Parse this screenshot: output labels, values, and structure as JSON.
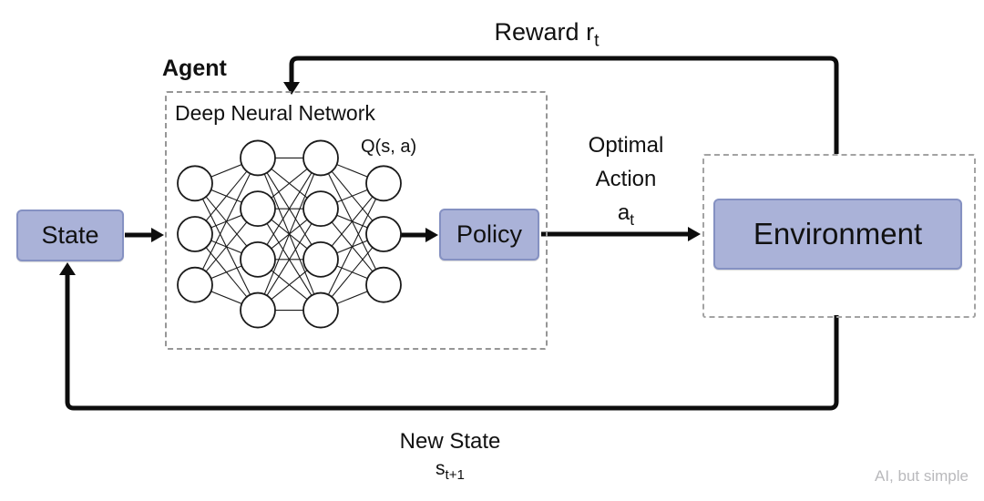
{
  "diagram": {
    "title_hint": "Deep Q-Network reinforcement learning loop",
    "labels": {
      "agent": "Agent",
      "dnn": "Deep Neural Network",
      "q": "Q(s, a)",
      "reward": {
        "text": "Reward r",
        "sub": "t"
      },
      "optimal": {
        "line1": "Optimal",
        "line2": "Action",
        "sub_base": "a",
        "sub": "t"
      },
      "new_state": {
        "text": "New State",
        "sub_base": "s",
        "sub": "t+1"
      }
    },
    "boxes": {
      "state": "State",
      "policy": "Policy",
      "environment": "Environment"
    },
    "watermark": "AI, but simple",
    "colors": {
      "node_box_fill": "#aab2d8",
      "node_box_border": "#8591c2",
      "dashed_border": "#969696",
      "arrow_line": "#0d0d0d",
      "watermark_text": "#b9b9bc"
    },
    "network": {
      "layers": [
        3,
        4,
        4,
        3
      ]
    }
  }
}
